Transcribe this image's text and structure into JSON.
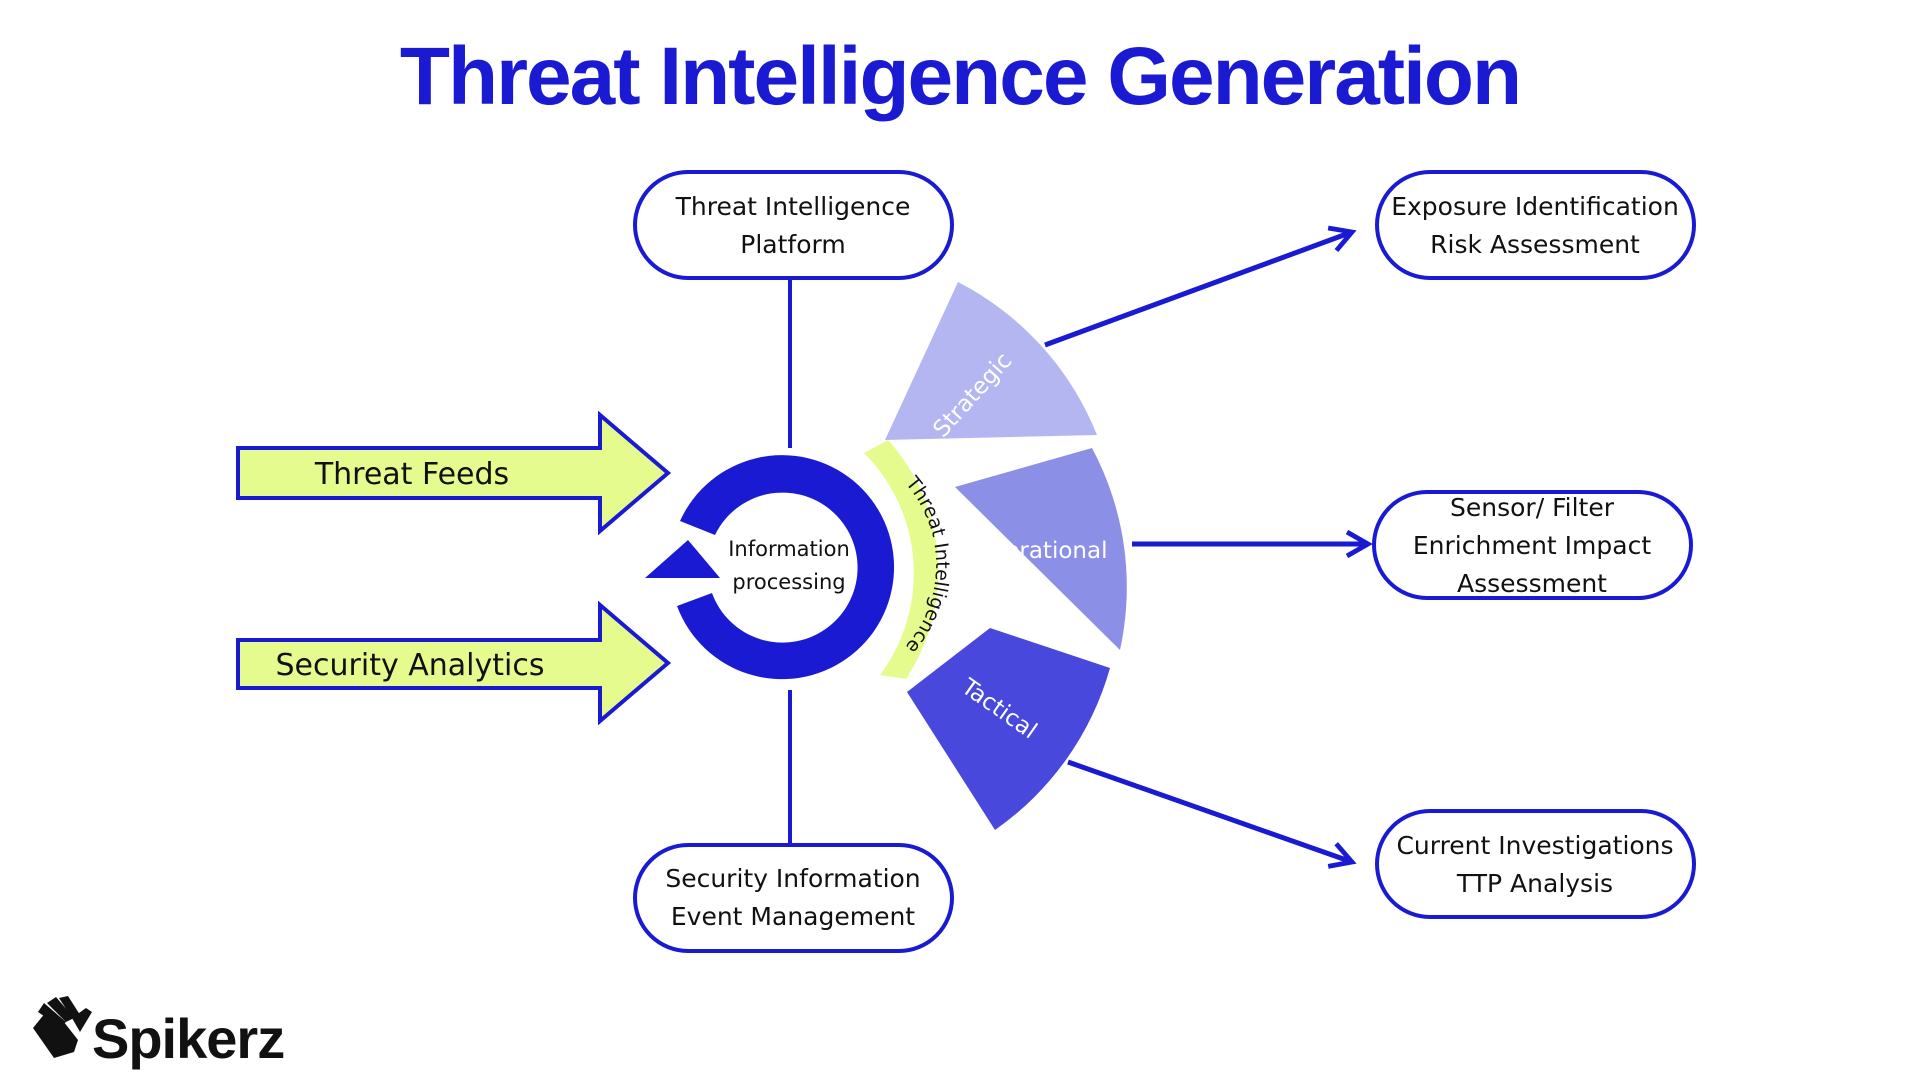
{
  "title": "Threat Intelligence Generation",
  "colors": {
    "primary_blue": "#1a1ad2",
    "lime": "#e6fb8e",
    "strategic": "#b3b6f0",
    "operational": "#8b8fe6",
    "tactical": "#4848dc",
    "box_border": "#1a1ad2",
    "text": "#111111"
  },
  "inputs": {
    "threat_feeds": "Threat Feeds",
    "security_analytics": "Security Analytics"
  },
  "center": {
    "line1": "Information",
    "line2": "processing"
  },
  "boxes": {
    "platform": {
      "line1": "Threat Intelligence",
      "line2": "Platform"
    },
    "siem": {
      "line1": "Security Information",
      "line2": "Event Management"
    },
    "exposure": {
      "line1": "Exposure Identification",
      "line2": "Risk Assessment"
    },
    "sensor": {
      "line1": "Sensor/ Filter",
      "line2": "Enrichment Impact",
      "line3": "Assessment"
    },
    "investigations": {
      "line1": "Current Investigations",
      "line2": "TTP Analysis"
    }
  },
  "band_label": "Threat Intelligence",
  "segments": {
    "strategic": "Strategic",
    "operational": "Operational",
    "tactical": "Tactical"
  },
  "logo": {
    "name": "Spikerz",
    "icon": "spikerz-hand-icon"
  }
}
